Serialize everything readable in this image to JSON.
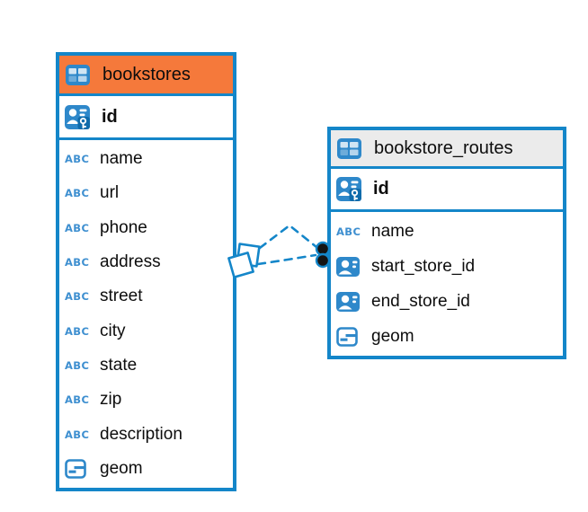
{
  "canvas": {
    "background": "#ffffff"
  },
  "colors": {
    "accent_blue": "#1486c9",
    "icon_blue": "#2e88ca",
    "abc_blue": "#3e8fd0",
    "bookstores_header_bg": "#f5793b",
    "routes_header_bg": "#ebebeb",
    "text": "#0d0d0d",
    "marker_dot": "#141414"
  },
  "icons": {
    "text_type": "ABC"
  },
  "tables": [
    {
      "name": "bookstores",
      "primary_key": "id",
      "columns": [
        {
          "name": "name",
          "type": "text"
        },
        {
          "name": "url",
          "type": "text"
        },
        {
          "name": "phone",
          "type": "text"
        },
        {
          "name": "address",
          "type": "text"
        },
        {
          "name": "street",
          "type": "text"
        },
        {
          "name": "city",
          "type": "text"
        },
        {
          "name": "state",
          "type": "text"
        },
        {
          "name": "zip",
          "type": "text"
        },
        {
          "name": "description",
          "type": "text"
        },
        {
          "name": "geom",
          "type": "geometry"
        }
      ]
    },
    {
      "name": "bookstore_routes",
      "primary_key": "id",
      "columns": [
        {
          "name": "name",
          "type": "text"
        },
        {
          "name": "start_store_id",
          "type": "reference"
        },
        {
          "name": "end_store_id",
          "type": "reference"
        },
        {
          "name": "geom",
          "type": "geometry"
        }
      ]
    }
  ],
  "relationship": {
    "from_table": "bookstores",
    "to_table": "bookstore_routes",
    "line_style": "dashed",
    "link_count": 2
  }
}
